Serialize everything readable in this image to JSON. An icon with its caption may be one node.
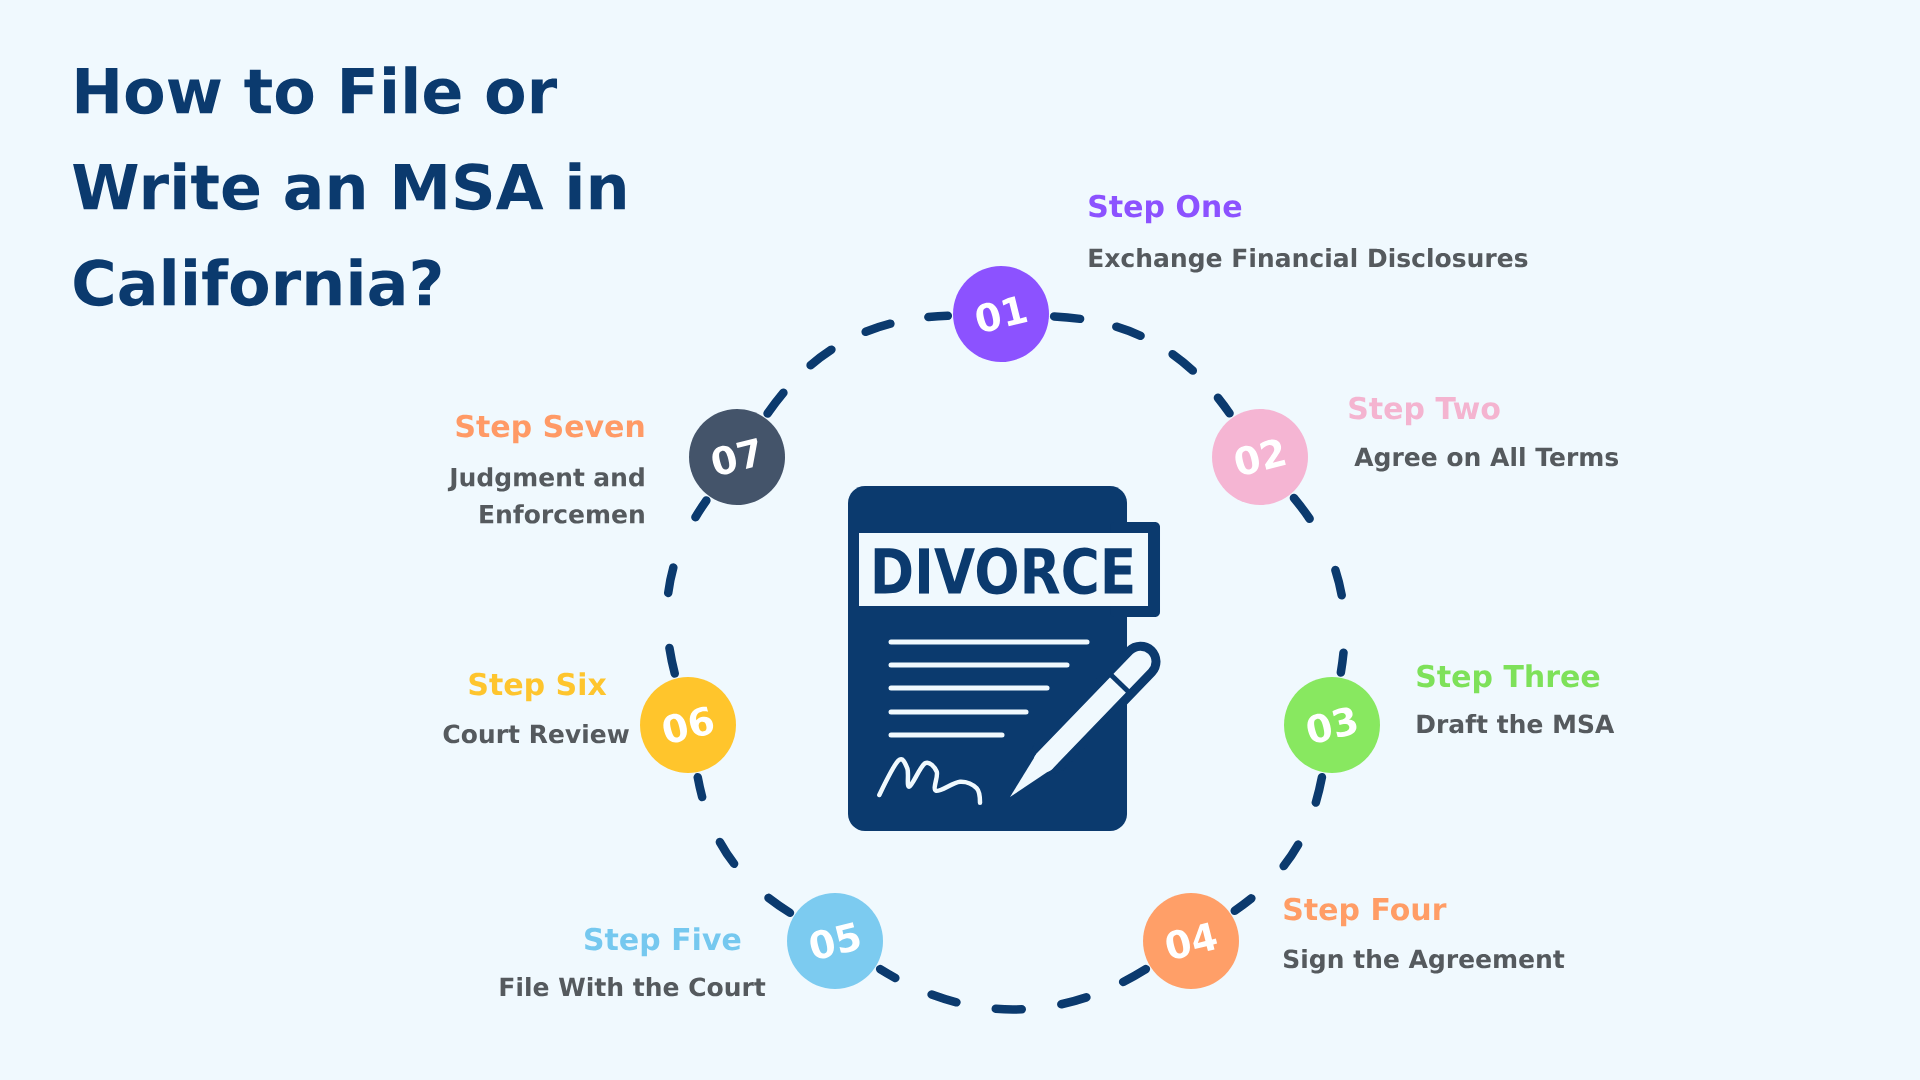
{
  "diagram": {
    "title": "How to File or Write an MSA in California?",
    "nodes": [
      {
        "text": [
          "01"
        ],
        "beside": [
          "Step One",
          "Exchange Financial Disclosures"
        ]
      },
      {
        "text": [
          "02"
        ],
        "beside": [
          "Step Two",
          "Agree on All Terms"
        ]
      },
      {
        "text": [
          "03"
        ],
        "beside": [
          "Step Three",
          "Draft the MSA"
        ]
      },
      {
        "text": [
          "04"
        ],
        "beside": [
          "Step Four",
          "Sign the Agreement"
        ]
      },
      {
        "text": [
          "05"
        ],
        "beside": [
          "Step Five",
          "File With the Court"
        ]
      },
      {
        "text": [
          "06"
        ],
        "beside": [
          "Step Six",
          "Court Review"
        ]
      },
      {
        "text": [
          "07"
        ],
        "beside": [
          "Step Seven",
          "Judgment and Enforcemen"
        ]
      }
    ],
    "edges": [
      {
        "from": 0,
        "to": 1,
        "arrow": "none",
        "style": "dashed"
      },
      {
        "from": 1,
        "to": 2,
        "arrow": "none",
        "style": "dashed"
      },
      {
        "from": 2,
        "to": 3,
        "arrow": "none",
        "style": "dashed"
      },
      {
        "from": 3,
        "to": 4,
        "arrow": "none",
        "style": "dashed"
      },
      {
        "from": 4,
        "to": 5,
        "arrow": "none",
        "style": "dashed"
      },
      {
        "from": 5,
        "to": 6,
        "arrow": "none",
        "style": "dashed"
      },
      {
        "from": 6,
        "to": 0,
        "arrow": "none",
        "style": "dashed"
      }
    ],
    "labels": [
      "DIVORCE"
    ]
  }
}
